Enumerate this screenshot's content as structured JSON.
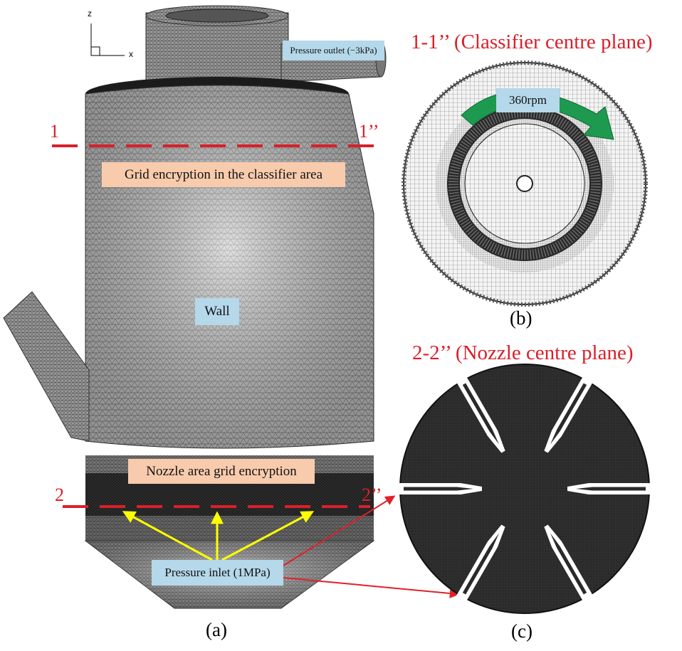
{
  "axes": {
    "z_label": "z",
    "x_label": "x"
  },
  "panel_a": {
    "caption": "(a)",
    "section_1_left": "1",
    "section_1_right": "1’’",
    "section_2_left": "2",
    "section_2_right": "2’’",
    "labels": {
      "pressure_outlet": "Pressure outlet (−3kPa)",
      "classifier_grid": "Grid encryption in the classifier area",
      "wall": "Wall",
      "nozzle_grid": "Nozzle area grid encryption",
      "pressure_inlet": "Pressure inlet (1MPa)"
    }
  },
  "panel_b": {
    "title": "1-1’’ (Classifier centre plane)",
    "rotation_label": "360rpm",
    "caption": "(b)"
  },
  "panel_c": {
    "title": "2-2’’ (Nozzle centre plane)",
    "caption": "(c)"
  },
  "colors": {
    "section_line": "#d9202a",
    "arrow_yellow": "#ffff00",
    "arrow_red": "#e0202a",
    "rotation_arrow": "#1e9950",
    "label_blue": "#b5d8ea",
    "label_peach": "#f8cbad",
    "mesh_body": "#8a8a8a",
    "mesh_dense": "#1a1a1a"
  }
}
